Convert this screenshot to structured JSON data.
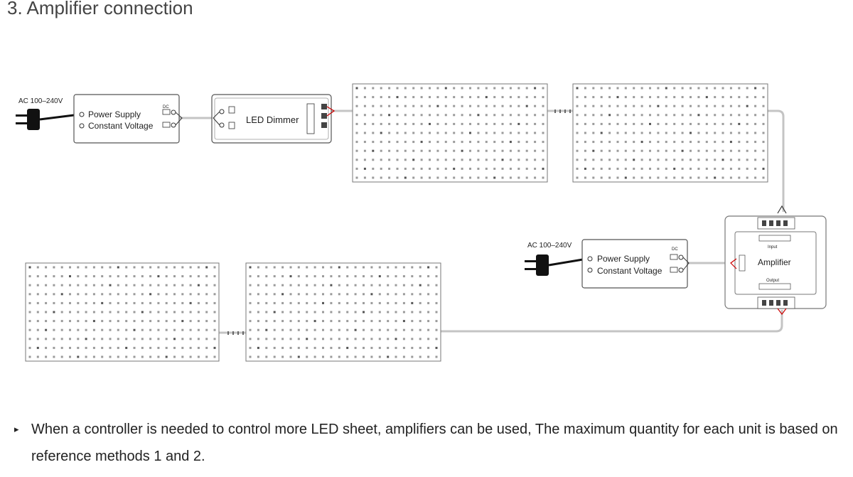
{
  "title": "3. Amplifier connection",
  "labels": {
    "ac_top": "AC 100–240V",
    "ac_bottom": "AC 100–240V",
    "psu_line1": "Power Supply",
    "psu_line2": "Constant Voltage",
    "dc": "DC",
    "dimmer": "LED Dimmer",
    "amplifier": "Amplifier",
    "amp_input": "Input",
    "amp_output": "Output"
  },
  "note": {
    "bullet": "▸",
    "text": "When a controller is needed to control more LED sheet, amplifiers can be used, The maximum quantity for each unit is based on reference methods 1 and 2."
  },
  "colors": {
    "line": "#555555",
    "wire": "#c4c4c4",
    "dot": "#8a8a8a",
    "text": "#222222"
  }
}
